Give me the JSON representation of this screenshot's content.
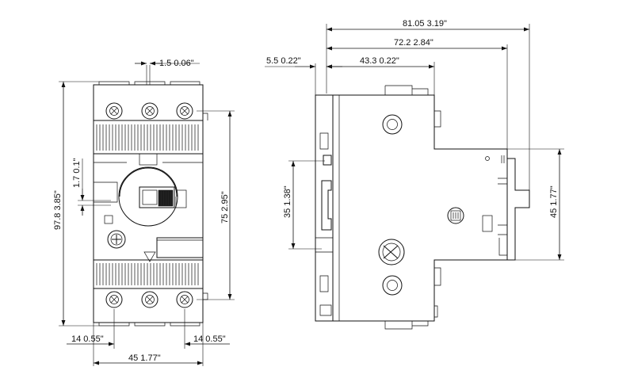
{
  "front_view": {
    "top_gap": "1.5  0.06\"",
    "height_total": "97.8  3.85\"",
    "knob_offset": "1.7  0.1\"",
    "terminal_span": "75  2.95\"",
    "left_pitch": "14  0.55\"",
    "right_pitch": "14  0.55\"",
    "width": "45  1.77\""
  },
  "side_view": {
    "depth_total": "81.05  3.19\"",
    "depth_body": "72.2  2.84\"",
    "depth_mount": "43.3   0.22\"",
    "rail_offset": "5.5  0.22\"",
    "rail_height": "35  1.38\"",
    "body_height": "45  1.77\""
  }
}
